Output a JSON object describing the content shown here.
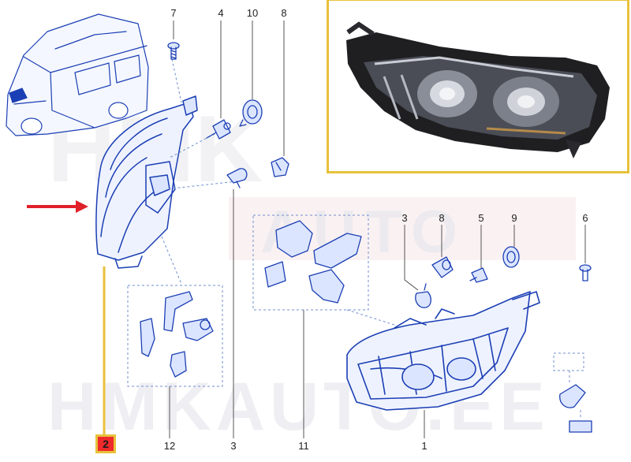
{
  "watermark": {
    "brand_top": "HMK",
    "brand_auto": "AUTO",
    "site": "HMKAUTO.EE"
  },
  "callout": {
    "label": "2"
  },
  "part_numbers": {
    "p7": "7",
    "p4": "4",
    "p10": "10",
    "p8_top": "8",
    "p3_top": "3",
    "p8_right": "8",
    "p5": "5",
    "p9": "9",
    "p6": "6",
    "p1": "1",
    "p12": "12",
    "p3_bottom": "3",
    "p11": "11"
  },
  "colors": {
    "line_art": "#1b3fb4",
    "highlight_frame": "#e8c13a",
    "arrow": "#e0202a",
    "callout_fill": "#f02a2a"
  },
  "icons": [
    "vehicle-icon",
    "headlamp-photo",
    "bulb-icon",
    "socket-icon",
    "screw-icon",
    "bracket-icon"
  ]
}
